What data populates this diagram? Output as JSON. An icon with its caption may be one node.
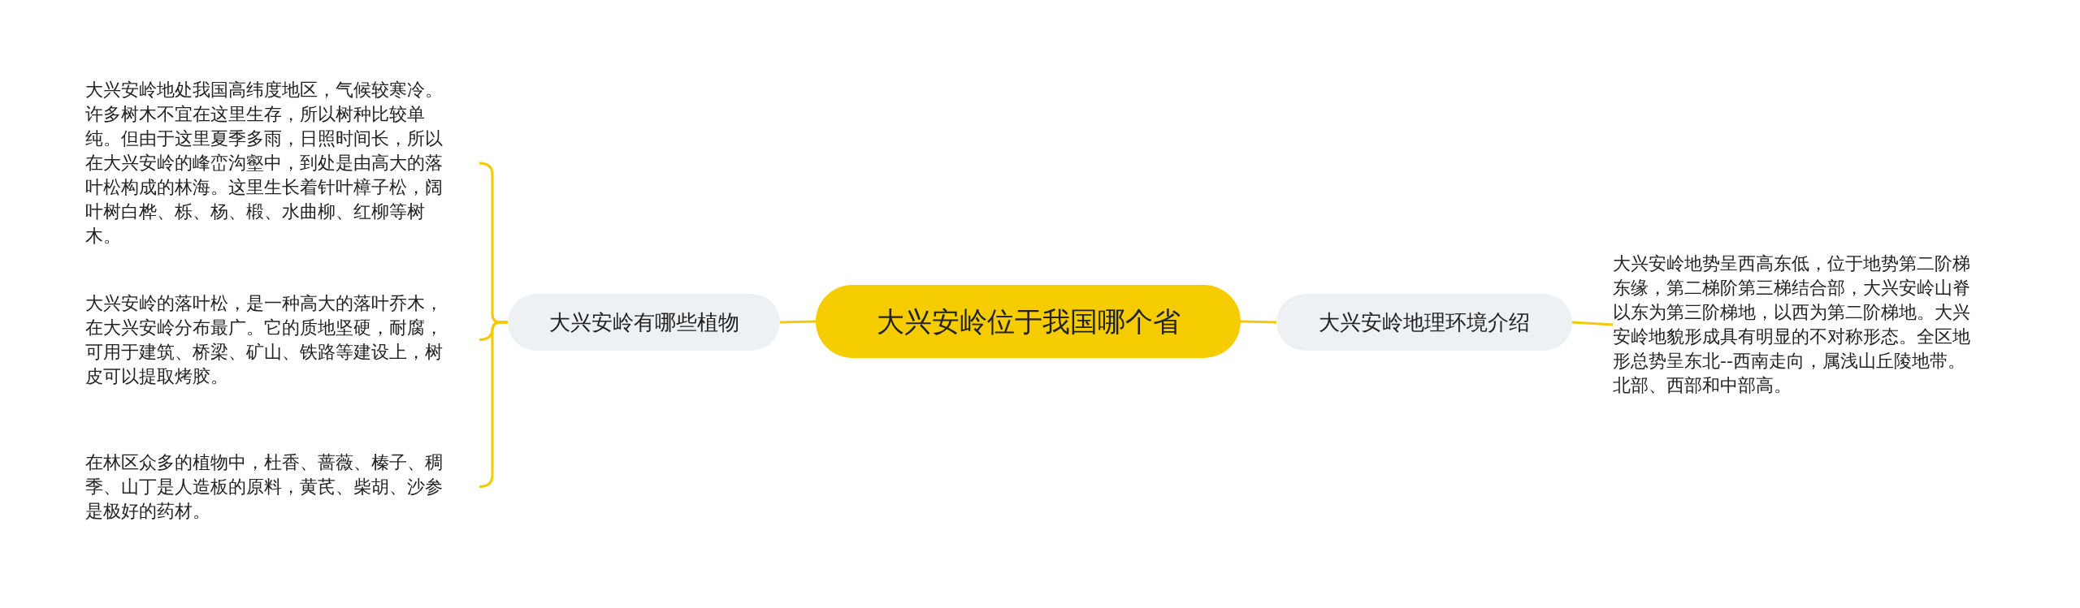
{
  "diagram": {
    "nodes": [
      {
        "text": [
          "大兴安岭位于我国哪个省"
        ]
      },
      {
        "text": [
          "大兴安岭有哪些植物"
        ]
      },
      {
        "text": [
          "大兴安岭地处我国高纬度地区，气候较寒冷。许多树木不宜在这里生存，所以树种比较单纯。但由于这里夏季多雨，日照时间长，所以在大兴安岭的峰峦沟壑中，到处是由高大的落叶松构成的林海。这里生长着针叶樟子松，阔叶树白桦、栎、杨、椴、水曲柳、红柳等树木。"
        ]
      },
      {
        "text": [
          "大兴安岭的落叶松，是一种高大的落叶乔木，在大兴安岭分布最广。它的质地坚硬，耐腐，可用于建筑、桥梁、矿山、铁路等建设上，树皮可以提取烤胶。"
        ]
      },
      {
        "text": [
          "在林区众多的植物中，杜香、蔷薇、榛子、稠季、山丁是人造板的原料，黄芪、柴胡、沙参是极好的药材。"
        ]
      },
      {
        "text": [
          "大兴安岭地理环境介绍"
        ]
      },
      {
        "text": [
          "大兴安岭地势呈西高东低，位于地势第二阶梯东缘，第二梯阶第三梯结合部，大兴安岭山脊以东为第三阶梯地，以西为第二阶梯地。大兴安岭地貌形成具有明显的不对称形态。全区地形总势呈东北--西南走向，属浅山丘陵地带。北部、西部和中部高。"
        ]
      }
    ],
    "edges": [
      {
        "from": 0,
        "to": 1,
        "arrow": "none"
      },
      {
        "from": 1,
        "to": 2,
        "arrow": "none"
      },
      {
        "from": 1,
        "to": 3,
        "arrow": "none"
      },
      {
        "from": 1,
        "to": 4,
        "arrow": "none"
      },
      {
        "from": 0,
        "to": 5,
        "arrow": "none"
      },
      {
        "from": 5,
        "to": 6,
        "arrow": "none"
      }
    ]
  }
}
